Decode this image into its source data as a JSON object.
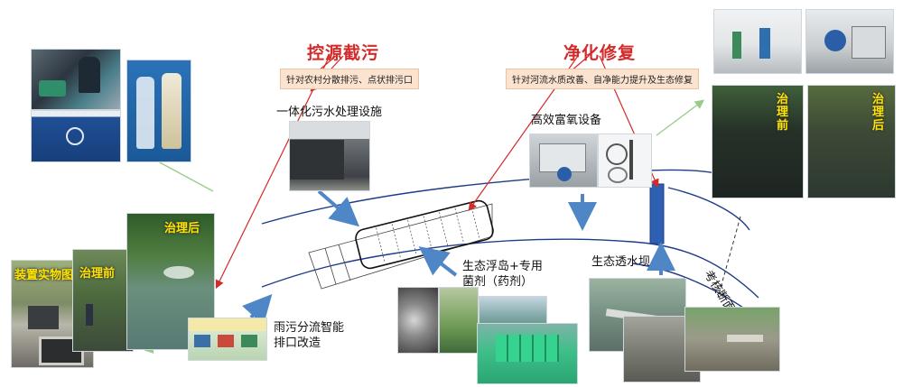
{
  "headings": {
    "source_control": "控源截污",
    "purification": "净化修复"
  },
  "descriptions": {
    "source_control": "针对农村分散排污、点状排污口",
    "purification": "针对河流水质改善、自净能力提升及生态修复"
  },
  "labels": {
    "integrated_facility": "一体化污水处理设施",
    "oxygen_equipment": "高效富氧设备",
    "eco_dam": "生态透水坝",
    "floating_island": "生态浮岛+专用菌剂（药剂）",
    "rain_sewage": "雨污分流智能排口改造",
    "assessment_section": "考核断面"
  },
  "photo_tags": {
    "after_left": "治理后",
    "before_left": "治理前",
    "device_photo": "装置实物图",
    "before_right": "治理前",
    "after_right": "治理后"
  },
  "colors": {
    "heading_red": "#d42a2a",
    "desc_fill": "#fbe3cf",
    "arrow_blue": "#4f86c6",
    "arrow_green": "#9acb8a",
    "dam_blue": "#2f5fb3",
    "river_line": "#1f3c88"
  }
}
